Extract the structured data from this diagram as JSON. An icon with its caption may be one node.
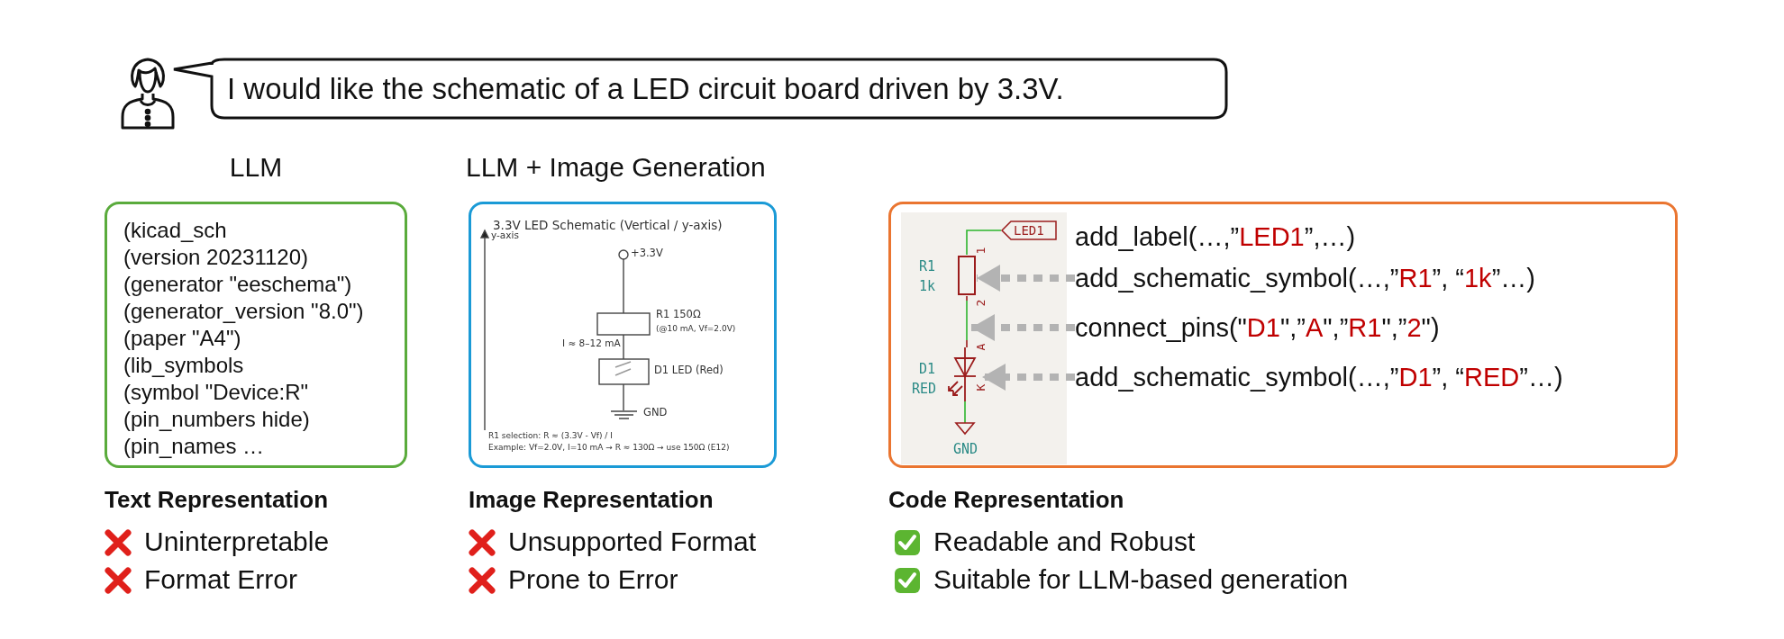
{
  "diagram": {
    "nodes": [
      {
        "text": [],
        "shape": "person"
      },
      {
        "text": [
          "I would like the schematic of a LED circuit board driven by 3.3V."
        ]
      },
      {
        "text": [
          "LLM",
          "(kicad_sch",
          "(version 20231120)",
          "(generator \"eeschema\")",
          "(generator_version \"8.0\")",
          "(paper \"A4\")",
          "(lib_symbols",
          "(symbol \"Device:R\"",
          "(pin_numbers hide)",
          "(pin_names …"
        ]
      },
      {
        "text": [
          "LLM + Image Generation"
        ]
      },
      {
        "text": [],
        "shape": "box"
      },
      {
        "text": [
          "LED1"
        ],
        "in": 4
      },
      {
        "text": [],
        "shape": "resistor",
        "in": 4
      },
      {
        "text": [],
        "shape": "line",
        "in": 4
      },
      {
        "text": [],
        "shape": "diode",
        "in": 4
      },
      {
        "text": [
          "add_label(…,”LED1”,…)"
        ],
        "in": 4
      },
      {
        "text": [
          "add_schematic_symbol(…,”R1”, “1k”…)"
        ],
        "in": 4
      },
      {
        "text": [
          "connect_pins(\"D1\",”A\",”R1\",”2\")"
        ],
        "in": 4
      },
      {
        "text": [
          "add_schematic_symbol(…,”D1”, “RED”…)"
        ],
        "in": 4
      }
    ],
    "edges": [
      {
        "from": 10,
        "to": 6,
        "arrow": "to",
        "style": "dashed"
      },
      {
        "from": 11,
        "to": 7,
        "arrow": "to",
        "style": "dashed"
      },
      {
        "from": 12,
        "to": 8,
        "arrow": "to",
        "style": "dashed"
      },
      {
        "from": 5,
        "to": 6,
        "arrow": "none",
        "color": "#2db52d"
      }
    ],
    "labels": [
      "3.3V LED Schematic (Vertical / y-axis)",
      "y-axis",
      "+3.3V",
      "R1 150Ω",
      "(@10 mA, Vf=2.0V)",
      "I ≈ 8–12 mA",
      "D1 LED (Red)",
      "GND",
      "R1 selection: R ≈ (3.3V - Vf) / I",
      "Example: Vf=2.0V, I=10 mA → R ≈ 130Ω → use 150Ω (E12)",
      "R1",
      "1k",
      "1",
      "2",
      "A",
      "D1",
      "RED",
      "K",
      "GND",
      "Text Representation",
      "Image Representation",
      "Code Representation",
      "Uninterpretable",
      "Unsupported Format",
      "Readable and Robust",
      "Format Error",
      "Prone to Error",
      "Suitable for LLM-based generation"
    ]
  }
}
